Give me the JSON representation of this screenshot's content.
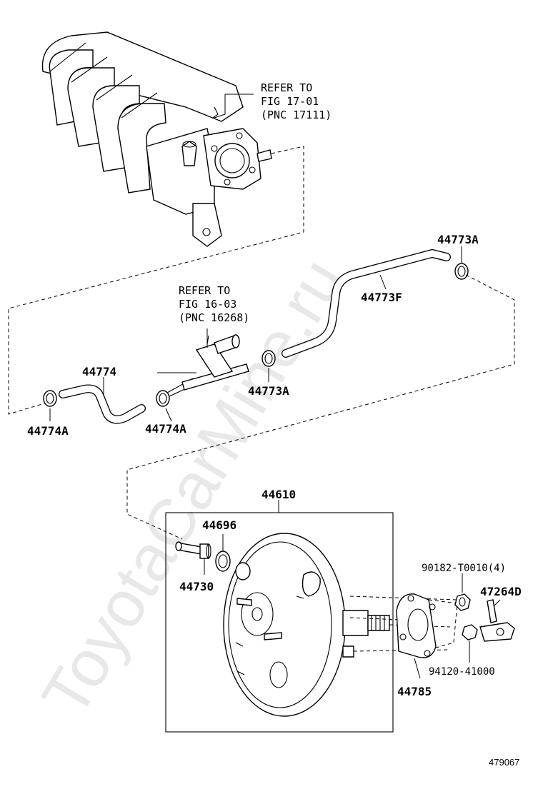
{
  "diagram": {
    "watermark": "ToyotaCarMine.ru",
    "figure_id": "479067",
    "references": [
      {
        "line1": "REFER TO",
        "line2": "FIG 17-01",
        "line3": "(PNC 17111)"
      },
      {
        "line1": "REFER TO",
        "line2": "FIG 16-03",
        "line3": "(PNC 16268)"
      }
    ],
    "part_labels": {
      "p44773A_top": "44773A",
      "p44773F": "44773F",
      "p44774": "44774",
      "p44774A_left": "44774A",
      "p44774A_mid": "44774A",
      "p44773A_mid": "44773A",
      "p44610": "44610",
      "p44696": "44696",
      "p44730": "44730",
      "p90182": "90182-T0010(4)",
      "p47264D": "47264D",
      "p94120": "94120-41000",
      "p44785": "44785"
    }
  }
}
